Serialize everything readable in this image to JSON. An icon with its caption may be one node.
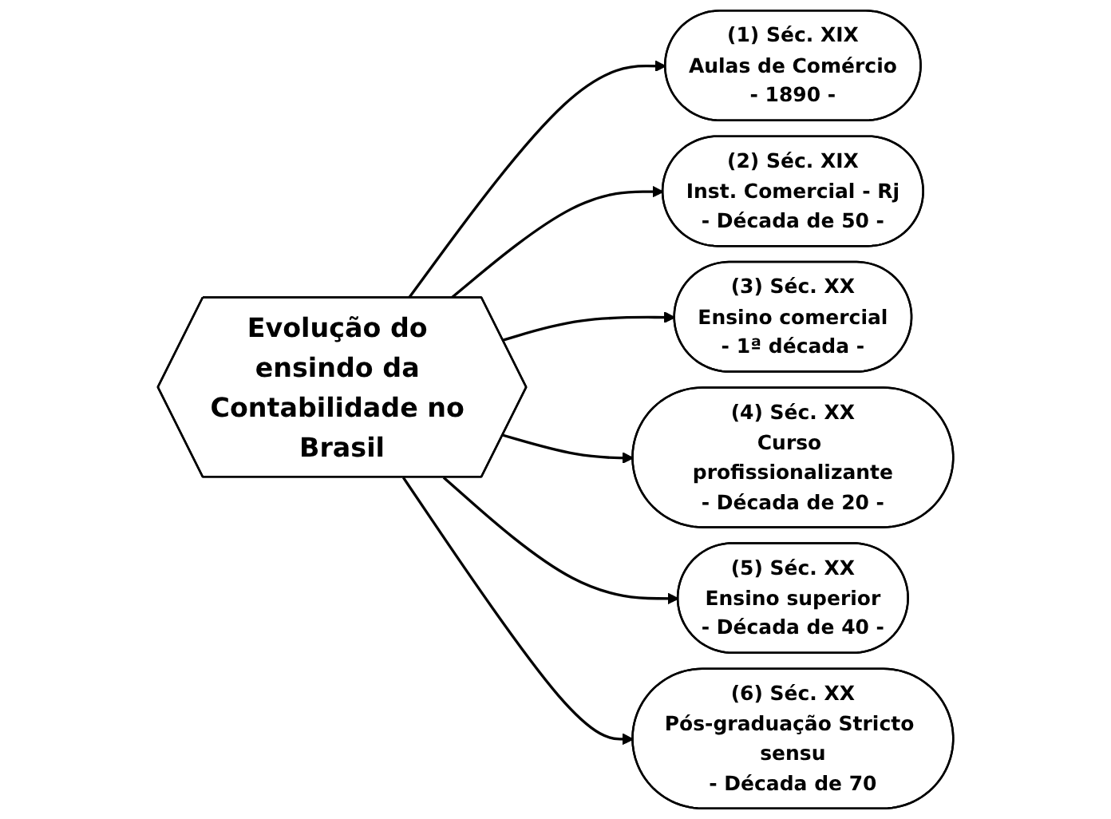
{
  "diagram": {
    "nodes": [
      {
        "text": [
          "Evolução do ensindo da Contabilidade no Brasil"
        ]
      },
      {
        "text": [
          "(1) Séc. XIX",
          "Aulas de Comércio",
          "- 1890 -"
        ]
      },
      {
        "text": [
          "(2) Séc. XIX",
          "Inst. Comercial - Rj",
          "- Década de 50 -"
        ]
      },
      {
        "text": [
          "(3) Séc. XX",
          "Ensino comercial",
          "- 1ª década -"
        ]
      },
      {
        "text": [
          "(4) Séc. XX",
          "Curso profissionalizante",
          "- Década de 20 -"
        ]
      },
      {
        "text": [
          "(5) Séc. XX",
          "Ensino superior",
          "- Década de 40 -"
        ]
      },
      {
        "text": [
          "(6) Séc. XX",
          "Pós-graduação Stricto sensu",
          "- Década de 70"
        ]
      }
    ],
    "edges": [
      {
        "from": 0,
        "to": 1,
        "arrow": "to"
      },
      {
        "from": 0,
        "to": 2,
        "arrow": "to"
      },
      {
        "from": 0,
        "to": 3,
        "arrow": "to"
      },
      {
        "from": 0,
        "to": 4,
        "arrow": "to"
      },
      {
        "from": 0,
        "to": 5,
        "arrow": "to"
      },
      {
        "from": 0,
        "to": 6,
        "arrow": "to"
      }
    ]
  }
}
